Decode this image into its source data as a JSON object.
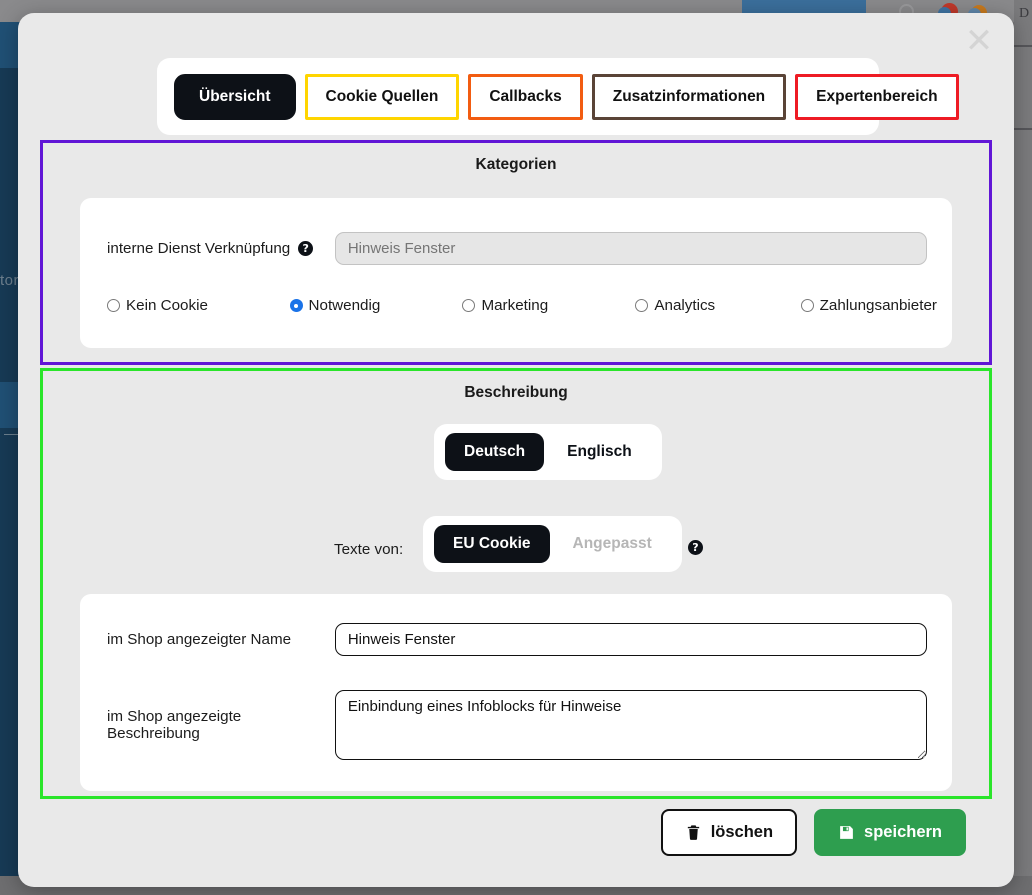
{
  "background": {
    "sidebar_text": "tor",
    "right_panel_glyph": "D"
  },
  "modal": {
    "close_label": "✕",
    "tabs": [
      {
        "label": "Übersicht",
        "active": true,
        "border": "#0d1117"
      },
      {
        "label": "Cookie Quellen",
        "active": false,
        "border": "#ffd500"
      },
      {
        "label": "Callbacks",
        "active": false,
        "border": "#f25c11"
      },
      {
        "label": "Zusatzinformationen",
        "active": false,
        "border": "#5a4437"
      },
      {
        "label": "Expertenbereich",
        "active": false,
        "border": "#ee1b24"
      }
    ],
    "sections": {
      "kategorien": {
        "title": "Kategorien",
        "border_color": "#6116d6",
        "service_link": {
          "label": "interne Dienst Verknüpfung",
          "help_icon": "?",
          "value": "",
          "placeholder": "Hinweis Fenster",
          "disabled": true
        },
        "radios": [
          {
            "label": "Kein Cookie",
            "selected": false
          },
          {
            "label": "Notwendig",
            "selected": true
          },
          {
            "label": "Marketing",
            "selected": false
          },
          {
            "label": "Analytics",
            "selected": false
          },
          {
            "label": "Zahlungsanbieter",
            "selected": false
          }
        ],
        "selected_radio": "Notwendig",
        "radio_accent": "#1a73e8"
      },
      "beschreibung": {
        "title": "Beschreibung",
        "border_color": "#2ae52a",
        "language_toggle": {
          "options": [
            "Deutsch",
            "Englisch"
          ],
          "selected": "Deutsch"
        },
        "texte_von": {
          "label": "Texte von:",
          "options": [
            "EU Cookie",
            "Angepasst"
          ],
          "selected": "EU Cookie",
          "disabled_option": "Angepasst",
          "help_icon": "?"
        },
        "shop_name": {
          "label": "im Shop angezeigter Name",
          "value": "Hinweis Fenster",
          "placeholder": ""
        },
        "shop_description": {
          "label": "im Shop angezeigte Beschreibung",
          "value": "Einbindung eines Infoblocks für Hinweise",
          "placeholder": ""
        }
      }
    },
    "footer": {
      "delete_label": "löschen",
      "delete_icon": "trash-icon",
      "save_label": "speichern",
      "save_icon": "save-icon",
      "save_color": "#2e9e4f"
    }
  }
}
